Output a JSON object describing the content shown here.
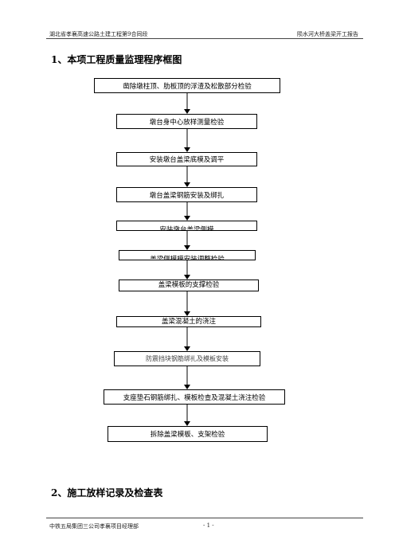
{
  "header": {
    "left": "湖北省孝襄高速公路土建工程第9合同段",
    "right": "陨水河大桥盖梁开工报告"
  },
  "section1_title": "1、本项工程质量监理程序框图",
  "flow_steps": [
    "凿除墩柱顶、肋板顶的浮渣及松散部分检验",
    "墩台身中心放样测量检验",
    "安装墩台盖梁底模及调平",
    "墩台盖梁钢筋安装及绑扎",
    "安装墩台盖梁侧模",
    "盖梁侧模模安装调整检验",
    "盖梁模板的支撑检验",
    "盖梁混凝土的浇注",
    "防震挡块钢筋绑扎及模板安装",
    "支座垫石钢筋绑扎、模板检查及混凝土浇注检验",
    "拆除盖梁模板、支架检验"
  ],
  "section2_title": "2、施工放样记录及检查表",
  "footer": {
    "left": "中铁五局集团三公司孝襄项目经理部",
    "page": "- 1 -"
  }
}
